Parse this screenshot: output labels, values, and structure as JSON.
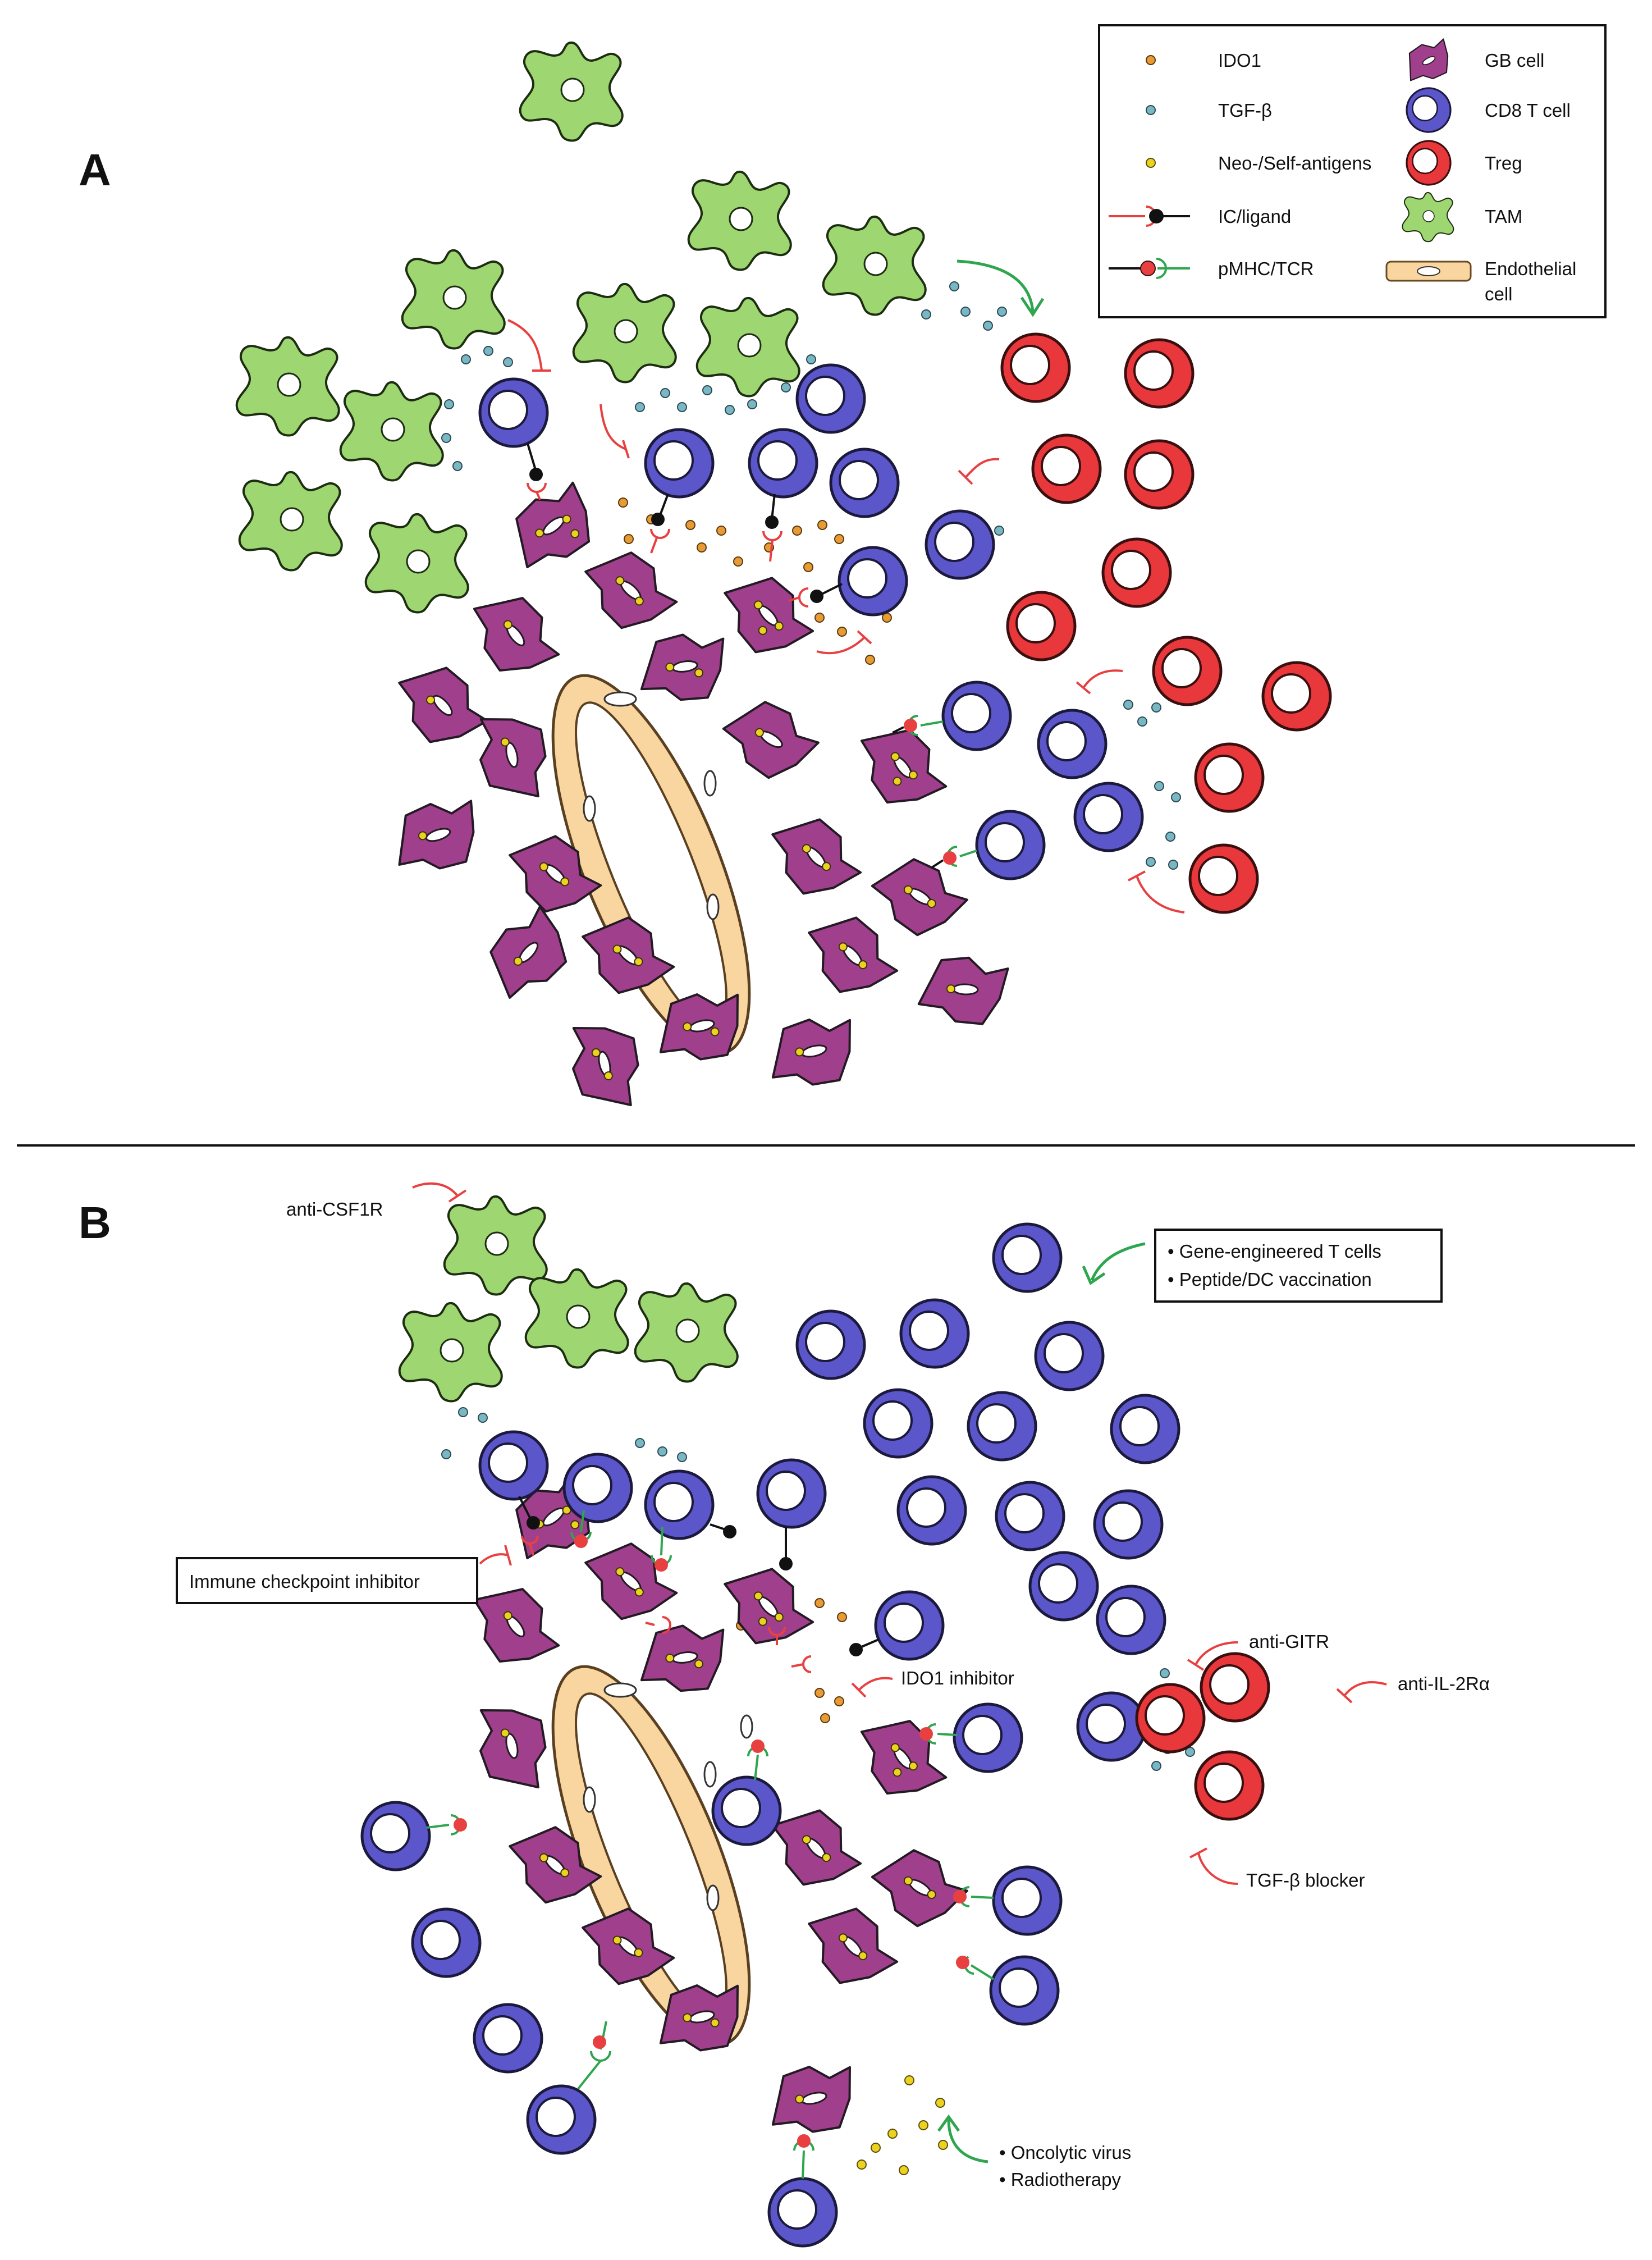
{
  "panels": {
    "a": {
      "label": "A"
    },
    "b": {
      "label": "B"
    }
  },
  "legend": {
    "left": [
      {
        "key": "ido1",
        "label": "IDO1",
        "icon": "ido1-dot-icon"
      },
      {
        "key": "tgfb",
        "label": "TGF-β",
        "icon": "tgfb-dot-icon"
      },
      {
        "key": "antigen",
        "label": "Neo-/Self-antigens",
        "icon": "antigen-dot-icon"
      },
      {
        "key": "ic",
        "label": "IC/ligand",
        "icon": "ic-ligand-icon"
      },
      {
        "key": "pmhc",
        "label": "pMHC/TCR",
        "icon": "pmhc-tcr-icon"
      }
    ],
    "right": [
      {
        "key": "gb",
        "label": "GB cell",
        "icon": "gb-cell-icon"
      },
      {
        "key": "cd8",
        "label": "CD8 T cell",
        "icon": "cd8-t-cell-icon"
      },
      {
        "key": "treg",
        "label": "Treg",
        "icon": "treg-icon"
      },
      {
        "key": "tam",
        "label": "TAM",
        "icon": "tam-icon"
      },
      {
        "key": "endo",
        "label": "Endothelial",
        "label2": "cell",
        "icon": "endothelial-cell-icon"
      }
    ]
  },
  "therapies": {
    "anti_csf1r": "anti-CSF1R",
    "tcell_line1": "• Gene-engineered T cells",
    "tcell_line2": "• Peptide/DC vaccination",
    "checkpoint": "Immune checkpoint inhibitor",
    "anti_gitr": "anti-GITR",
    "anti_il2ra": "anti-IL-2Rα",
    "ido1_inhibitor": "IDO1 inhibitor",
    "tgfb_blocker": "TGF-β blocker",
    "virus_line1": "• Oncolytic virus",
    "virus_line2": "• Radiotherapy"
  },
  "colors": {
    "gb_cell": "#a0408c",
    "cd8": "#5b56c9",
    "treg": "#e8383c",
    "tam": "#9ed672",
    "endothelial": "#f9d6a0",
    "ido1": "#e89a34",
    "tgfb": "#7ab7c4",
    "antigen": "#ecd21e",
    "inhibit": "#e84040",
    "stimulate": "#2ea54e"
  }
}
